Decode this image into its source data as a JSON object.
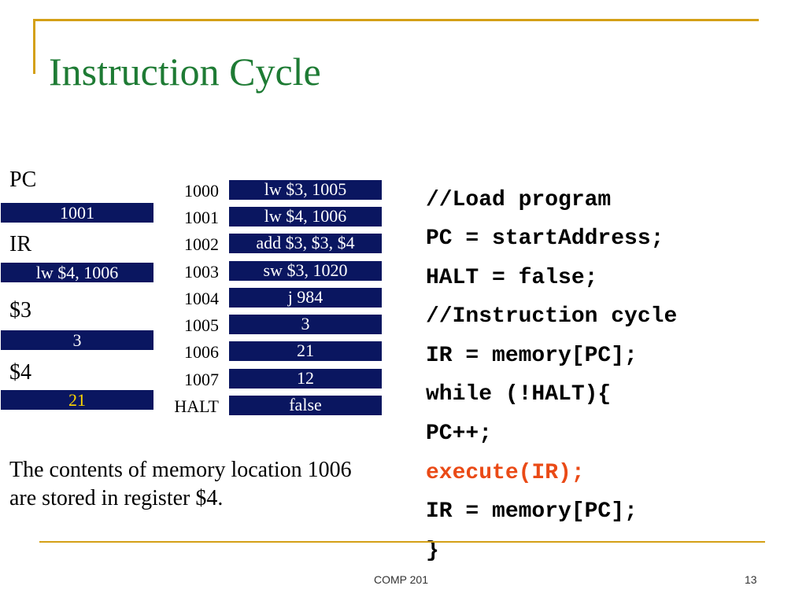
{
  "slide": {
    "title": "Instruction Cycle",
    "footer_course": "COMP 201",
    "footer_page": "13"
  },
  "registers": [
    {
      "label": "PC",
      "value": "1001"
    },
    {
      "label": "IR",
      "value": "lw $4, 1006"
    },
    {
      "label": "$3",
      "value": "3"
    },
    {
      "label": "$4",
      "value": "21",
      "highlight_color": "#ffd700"
    }
  ],
  "memory": [
    {
      "address": "1000",
      "value": "lw $3, 1005"
    },
    {
      "address": "1001",
      "value": "lw $4, 1006"
    },
    {
      "address": "1002",
      "value": "add $3, $3, $4"
    },
    {
      "address": "1003",
      "value": "sw $3, 1020"
    },
    {
      "address": "1004",
      "value": "j 984"
    },
    {
      "address": "1005",
      "value": "3"
    },
    {
      "address": "1006",
      "value": "21"
    },
    {
      "address": "1007",
      "value": "12"
    },
    {
      "address": "HALT",
      "value": "false"
    }
  ],
  "caption": "The contents of memory location 1006 are stored in register $4.",
  "code": [
    "//Load program",
    "PC = startAddress;",
    "HALT = false;",
    "//Instruction cycle",
    "IR = memory[PC];",
    "while (!HALT){",
    "PC++;",
    "execute(IR);",
    "IR = memory[PC];",
    "}"
  ],
  "code_highlight_color": "#ea4a16",
  "colors": {
    "title": "#1e7b34",
    "frame": "#d4a017",
    "cell_background": "#0a1660",
    "cell_text": "#ffffff"
  }
}
